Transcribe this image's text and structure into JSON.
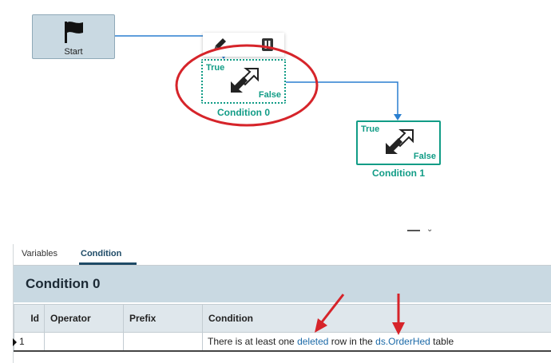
{
  "workflow": {
    "start_node": {
      "label": "Start",
      "icon": "flag-icon"
    },
    "condition_nodes": [
      {
        "caption": "Condition 0",
        "true_label": "True",
        "false_label": "False",
        "icon": "condition-arrows-icon",
        "selected": true
      },
      {
        "caption": "Condition 1",
        "true_label": "True",
        "false_label": "False",
        "icon": "condition-arrows-icon",
        "selected": false
      }
    ],
    "node_toolbar": {
      "edit_icon": "edit-pen-icon",
      "delete_icon": "trash-icon"
    },
    "colors": {
      "accent": "#119c86",
      "wire": "#2a7fd0",
      "highlight": "#d6242a",
      "start_bg": "#c9d9e2"
    }
  },
  "panel": {
    "tabs": [
      {
        "label": "Variables",
        "active": false
      },
      {
        "label": "Condition",
        "active": true
      }
    ],
    "title": "Condition 0",
    "table": {
      "columns": [
        "Id",
        "Operator",
        "Prefix",
        "Condition"
      ],
      "rows": [
        {
          "id": "1",
          "operator": "",
          "prefix": "",
          "condition": {
            "part1": "There is at least one ",
            "link1": "deleted",
            "part2": " row in the ",
            "link2": "ds.OrderHed",
            "part3": " table"
          }
        }
      ]
    }
  }
}
